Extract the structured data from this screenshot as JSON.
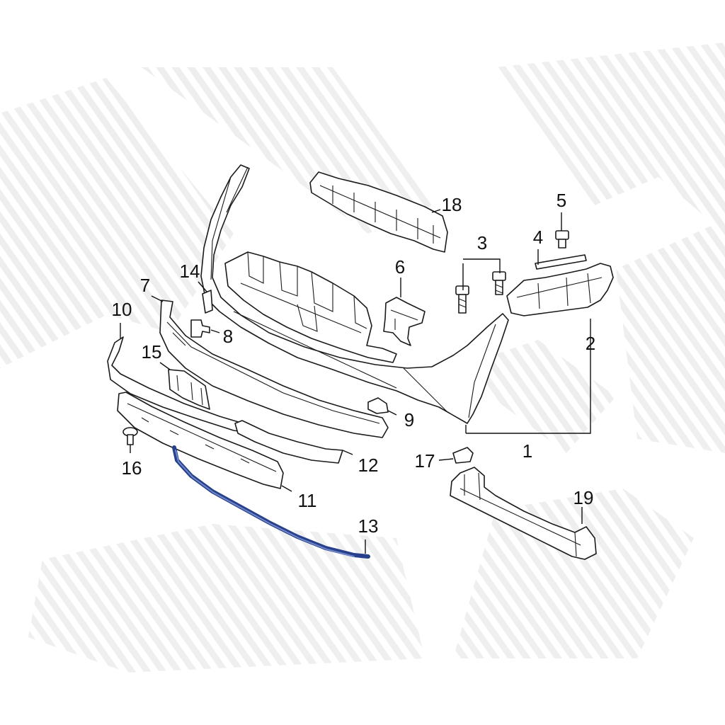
{
  "diagram": {
    "highlighted_part": "13",
    "highlight_color": "#27408b",
    "watermark_color": "#e6e6e6",
    "callouts": {
      "c1": "1",
      "c2": "2",
      "c3": "3",
      "c4": "4",
      "c5": "5",
      "c6": "6",
      "c7": "7",
      "c8": "8",
      "c9": "9",
      "c10": "10",
      "c11": "11",
      "c12": "12",
      "c13": "13",
      "c14": "14",
      "c15": "15",
      "c16": "16",
      "c17": "17",
      "c18": "18",
      "c19": "19"
    }
  }
}
